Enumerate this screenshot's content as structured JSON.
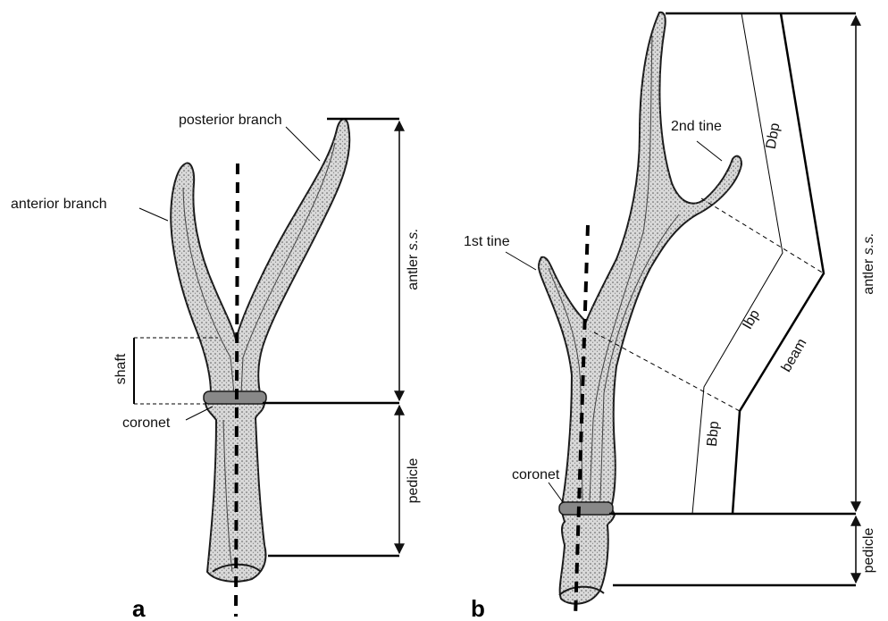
{
  "panel_a": {
    "letter": "a",
    "labels": {
      "posterior_branch": "posterior branch",
      "anterior_branch": "anterior branch",
      "shaft": "shaft",
      "coronet": "coronet",
      "antler_prefix": "antler ",
      "antler_ss": "s.s.",
      "pedicle": "pedicle"
    }
  },
  "panel_b": {
    "letter": "b",
    "labels": {
      "second_tine": "2nd tine",
      "first_tine": "1st tine",
      "coronet": "coronet",
      "dbp": "Dbp",
      "ibp": "Ibp",
      "bbp": "Bbp",
      "beam": "beam",
      "antler_prefix": "antler ",
      "antler_ss": "s.s.",
      "pedicle": "pedicle"
    }
  },
  "colors": {
    "ink": "#111111",
    "antler_fill": "#d9d9d9"
  }
}
